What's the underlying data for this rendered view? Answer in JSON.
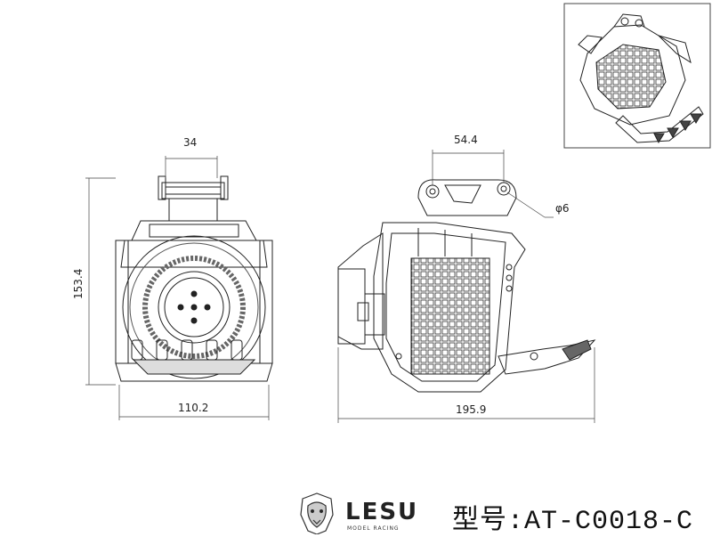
{
  "dimensions": {
    "front_top_width": "34",
    "front_height": "153.4",
    "front_bottom_width": "110.2",
    "side_top_width": "54.4",
    "hole_diameter": "φ6",
    "side_bottom_width": "195.9"
  },
  "brand": {
    "name": "LESU",
    "tagline": "MODEL RACING"
  },
  "model_label": "型号:AT-C0018-C"
}
